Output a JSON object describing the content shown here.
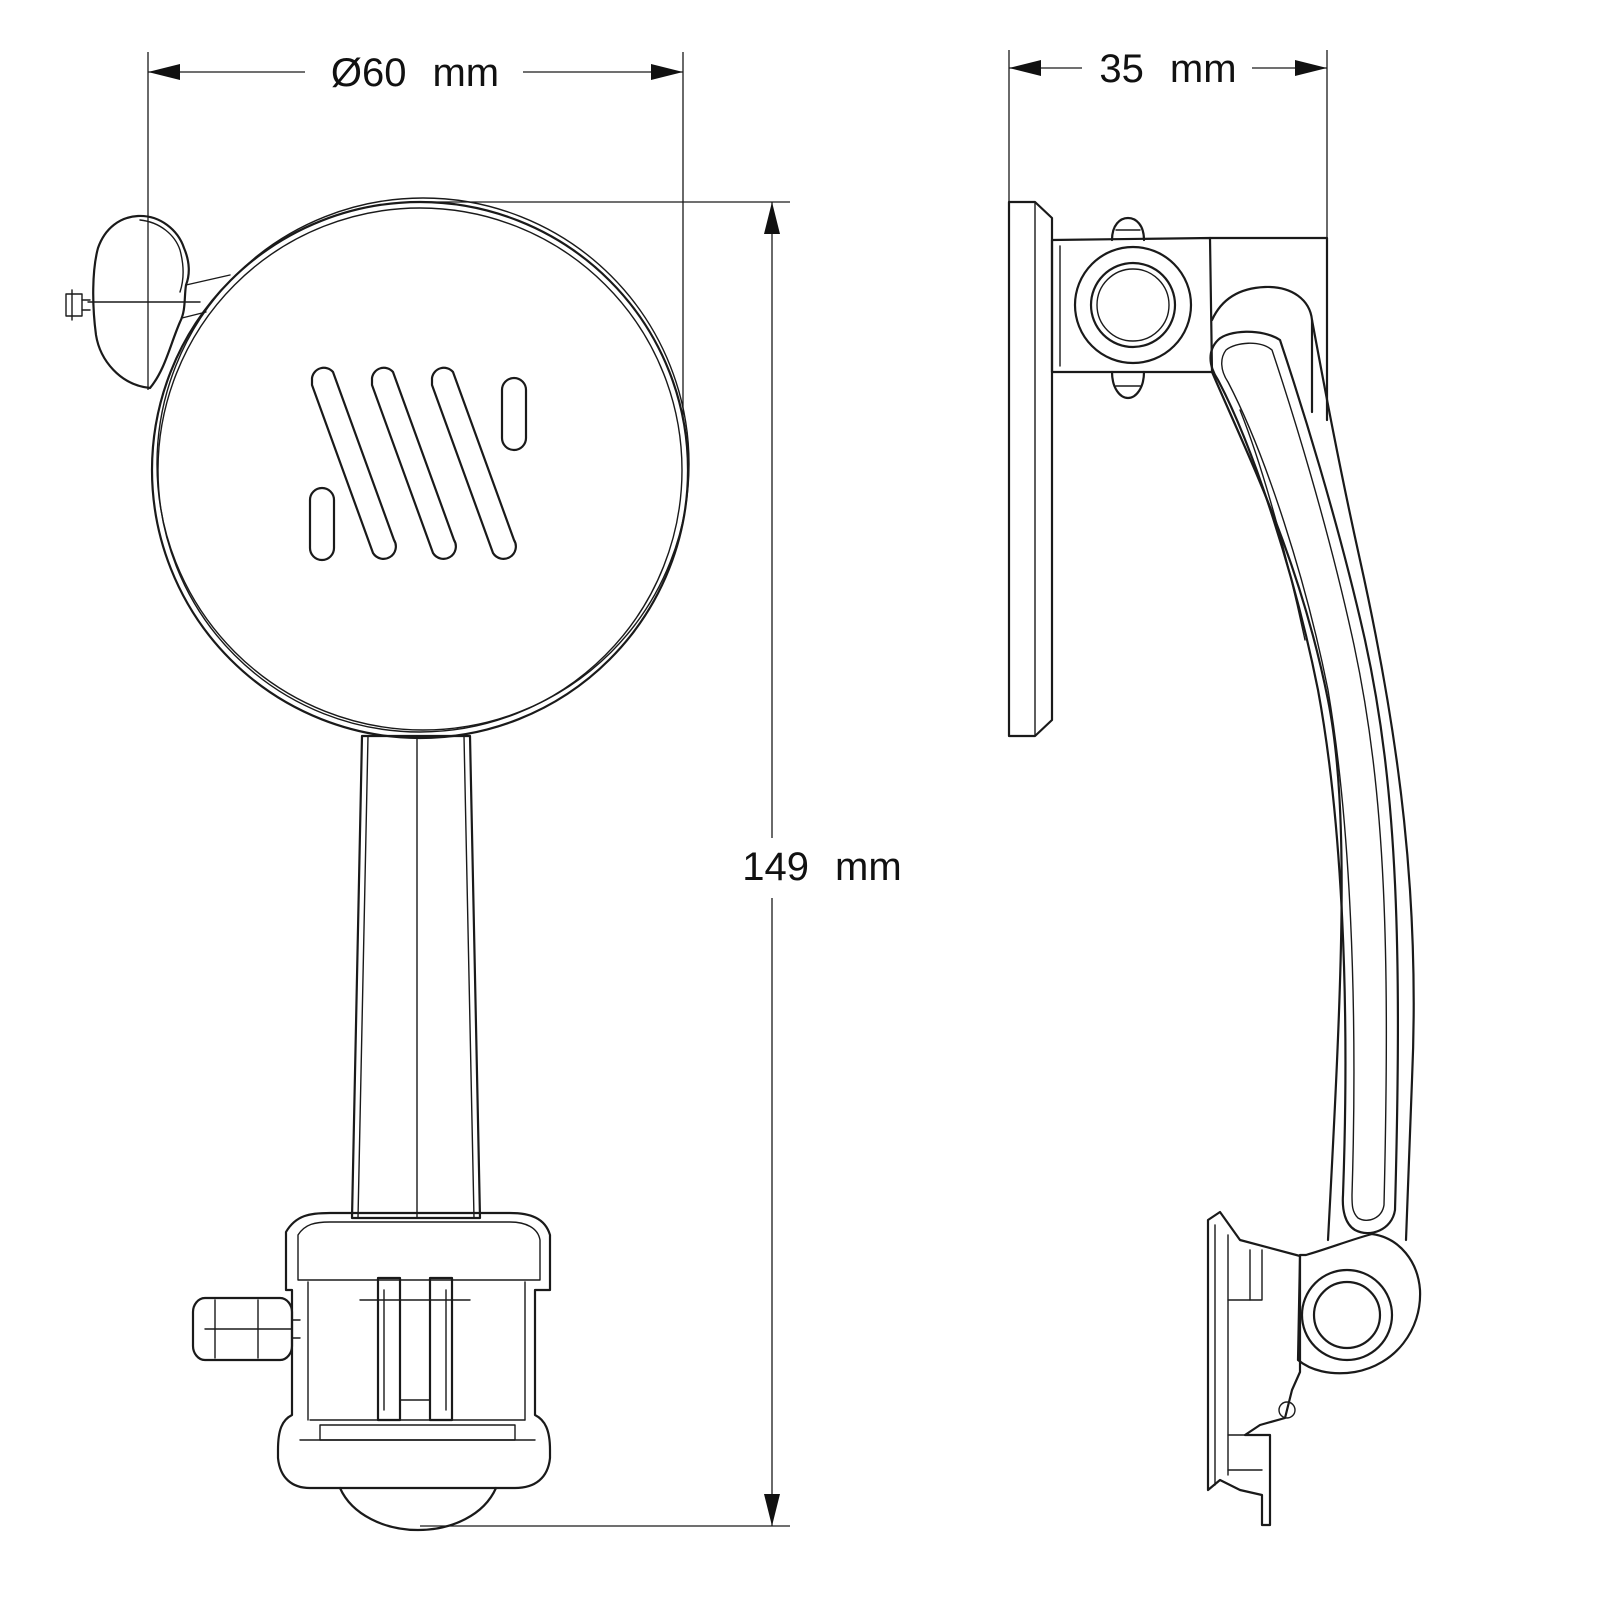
{
  "dimensions": {
    "diameter": {
      "symbol": "Ø",
      "value": "60",
      "unit": "mm"
    },
    "depth": {
      "value": "35",
      "unit": "mm"
    },
    "height": {
      "value": "149",
      "unit": "mm"
    }
  },
  "colors": {
    "line": "#1a1a1a",
    "background": "#ffffff"
  }
}
